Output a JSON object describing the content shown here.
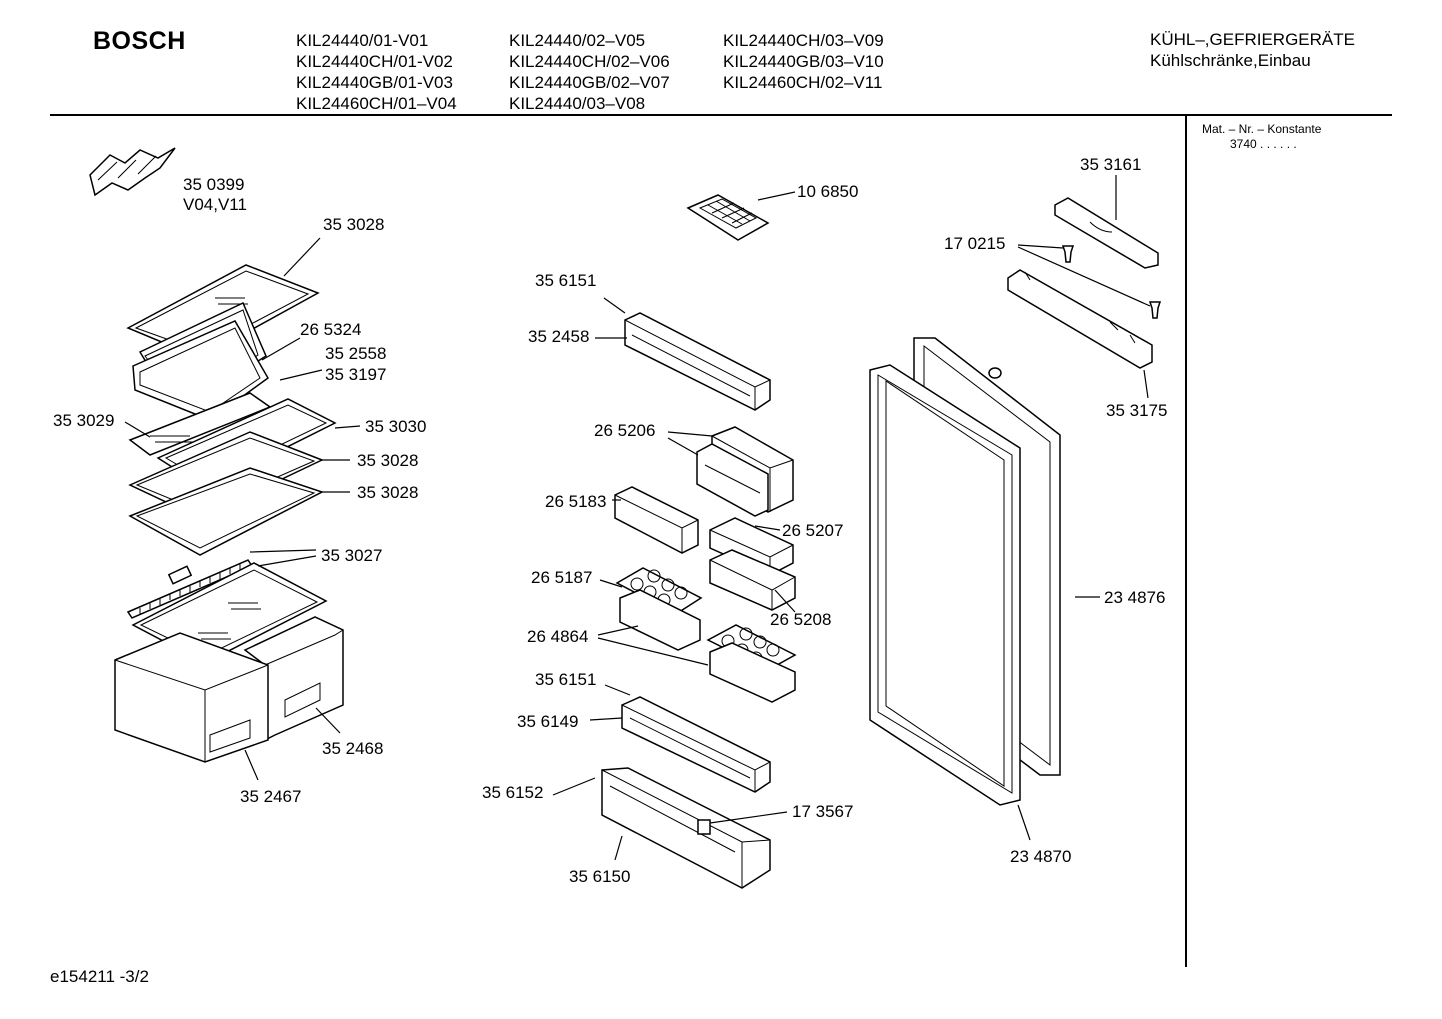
{
  "header": {
    "brand": "BOSCH",
    "models": [
      [
        "KIL24440/01-V01",
        "KIL24440CH/01-V02",
        "KIL24440GB/01-V03",
        "KIL24460CH/01–V04"
      ],
      [
        "KIL24440/02–V05",
        "KIL24440CH/02–V06",
        "KIL24440GB/02–V07",
        "KIL24440/03–V08"
      ],
      [
        "KIL24440CH/03–V09",
        "KIL24440GB/03–V10",
        "KIL24460CH/02–V11"
      ]
    ],
    "category_line1": "KÜHL–,GEFRIERGERÄTE",
    "category_line2": "Kühlschränke,Einbau"
  },
  "side": {
    "mat_label": "Mat. – Nr. – Konstante",
    "mat_value": "3740 . .   . . . ."
  },
  "footer": {
    "code": "e154211 -3/2"
  },
  "parts": {
    "p350399": "35 0399",
    "p350399_note": "V04,V11",
    "p353028_top": "35 3028",
    "p265324": "26 5324",
    "p352558": "35 2558",
    "p353197": "35 3197",
    "p353029": "35 3029",
    "p353030": "35 3030",
    "p353028_mid": "35 3028",
    "p353028_low": "35 3028",
    "p353027": "35 3027",
    "p352468": "35 2468",
    "p352467": "35 2467",
    "p106850": "10 6850",
    "p356151_top": "35 6151",
    "p352458": "35 2458",
    "p265206": "26 5206",
    "p265183": "26 5183",
    "p265207": "26 5207",
    "p265187": "26 5187",
    "p265208": "26 5208",
    "p264864": "26 4864",
    "p356151_low": "35 6151",
    "p356149": "35 6149",
    "p356152": "35 6152",
    "p173567": "17 3567",
    "p356150": "35 6150",
    "p353161": "35 3161",
    "p170215": "17 0215",
    "p353175": "35 3175",
    "p234876": "23 4876",
    "p234870": "23 4870"
  }
}
